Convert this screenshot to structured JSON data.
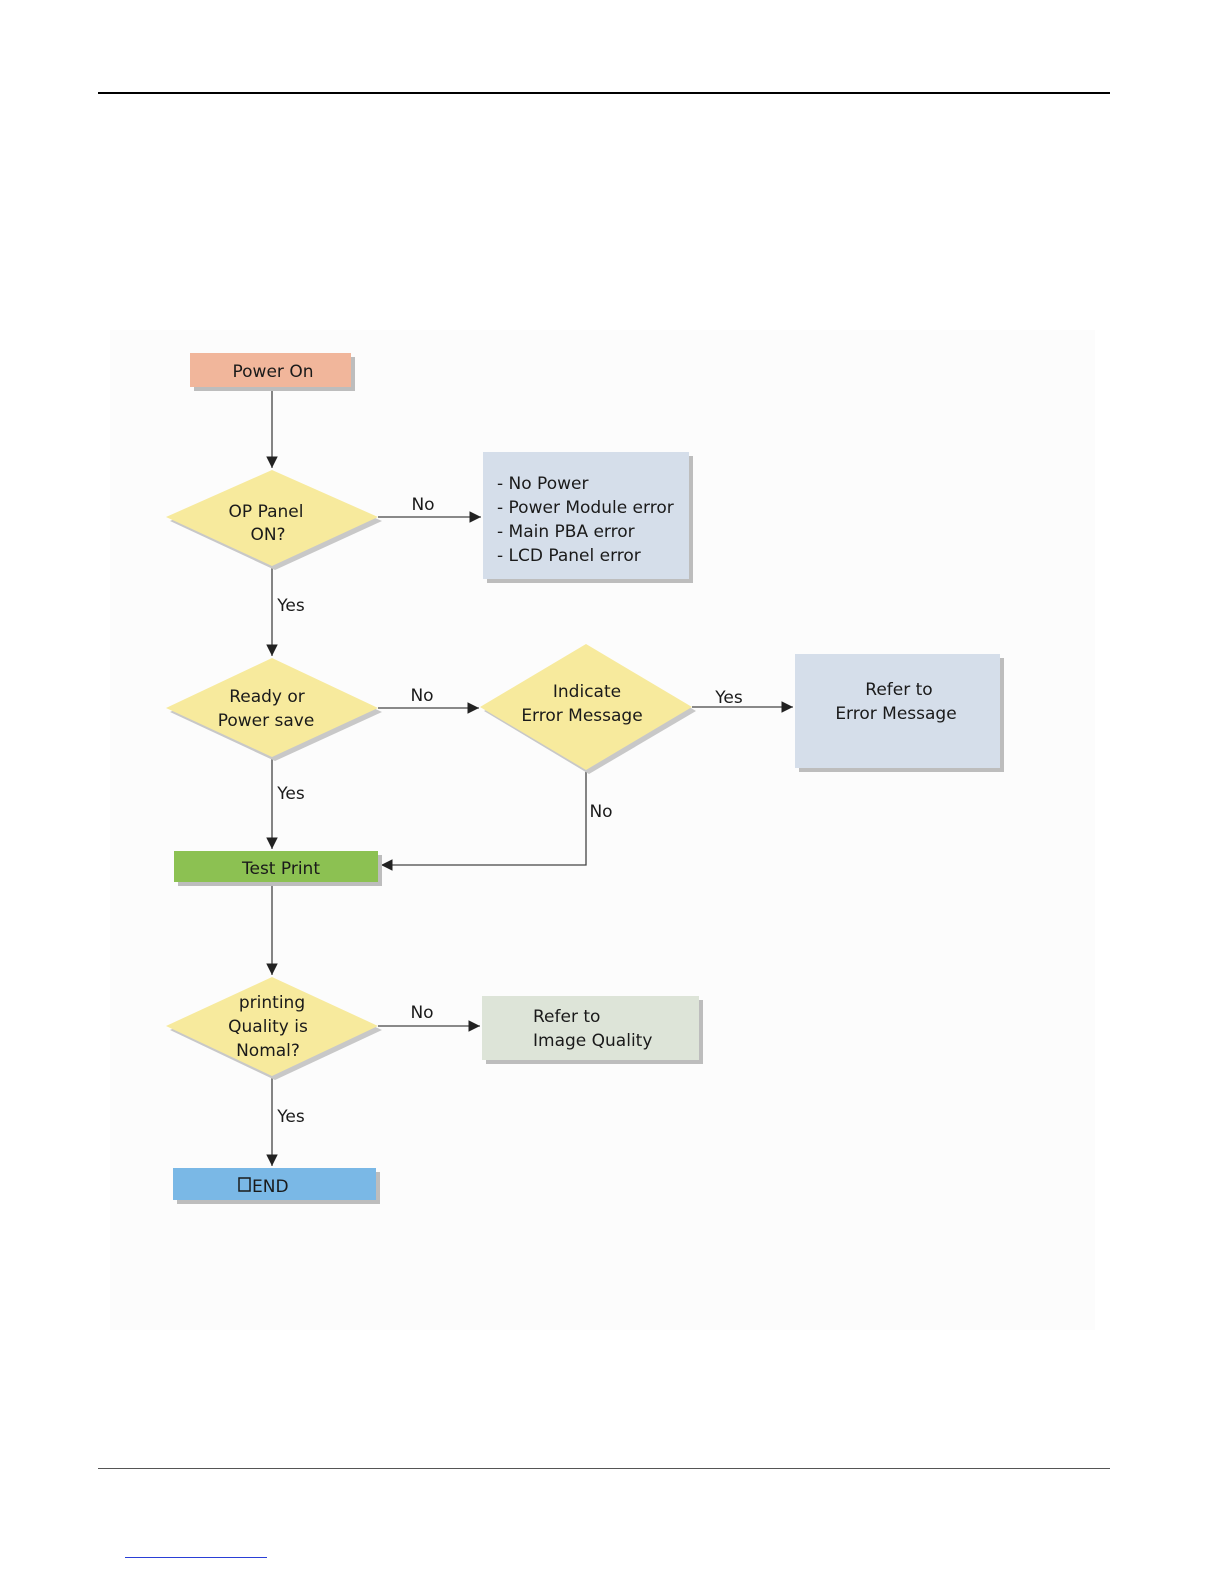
{
  "nodes": {
    "power_on": "Power On",
    "op_panel": [
      "OP Panel",
      "ON?"
    ],
    "no_power_list": [
      "- No Power",
      "- Power Module error",
      "- Main PBA error",
      "- LCD Panel error"
    ],
    "ready": [
      "Ready or",
      "Power save"
    ],
    "indicate": [
      "Indicate",
      "Error Message"
    ],
    "refer_error": [
      "Refer to",
      "Error Message"
    ],
    "test_print": "Test Print",
    "quality": [
      "printing",
      "Quality is",
      "Nomal?"
    ],
    "refer_image": [
      "Refer to",
      "Image Quality"
    ],
    "end": "END"
  },
  "edges": {
    "op_no": "No",
    "op_yes": "Yes",
    "ready_no": "No",
    "indicate_yes": "Yes",
    "indicate_no": "No",
    "ready_yes": "Yes",
    "quality_no": "No",
    "quality_yes": "Yes"
  },
  "colors": {
    "start": "#f1b69b",
    "decision": "#f7ea9d",
    "info_box": "#d5deea",
    "test_print": "#8cc152",
    "image_box": "#dde4d8",
    "end": "#7ab8e6"
  }
}
